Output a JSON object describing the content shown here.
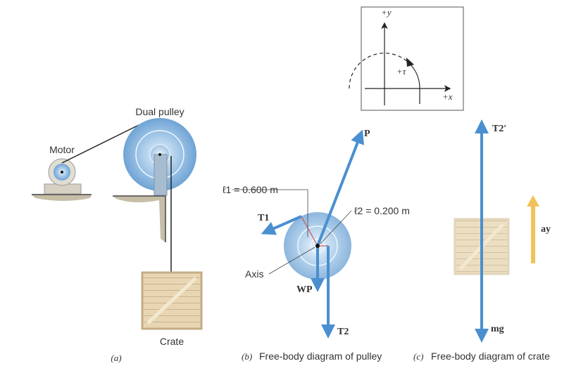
{
  "part_a": {
    "motor": "Motor",
    "pulley": "Dual pulley",
    "crate": "Crate",
    "caption": "(a)"
  },
  "part_b": {
    "l1": "ℓ1 = 0.600 m",
    "l2": "ℓ2 = 0.200 m",
    "axis": "Axis",
    "P": "P",
    "T1": "T1",
    "WP": "WP",
    "T2": "T2",
    "caption_letter": "(b)",
    "caption": "Free-body diagram of pulley"
  },
  "coords": {
    "y": "+y",
    "x": "+x",
    "tau": "+τ"
  },
  "part_c": {
    "T2p": "T2′",
    "mg": "mg",
    "ay": "ay",
    "caption_letter": "(c)",
    "caption": "Free-body diagram of crate"
  },
  "colors": {
    "vector": "#4a8fd0",
    "accel": "#f2c25a",
    "crate": "#e6d4b0"
  }
}
